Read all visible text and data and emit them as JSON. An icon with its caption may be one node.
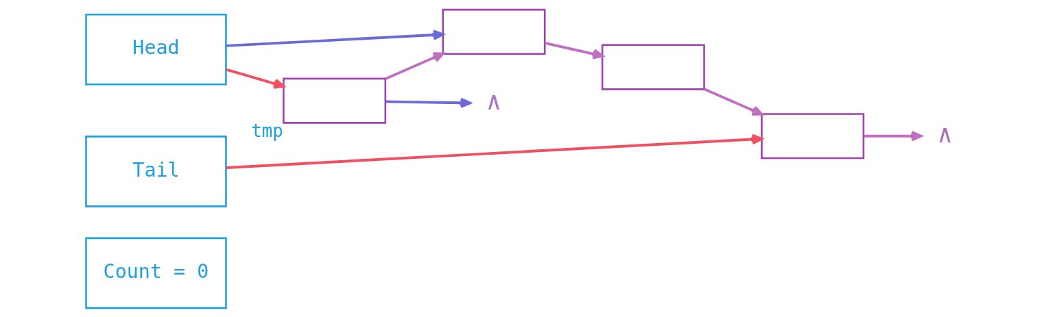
{
  "diagram": {
    "nodes": [
      {
        "text": [
          "Count = 0"
        ]
      },
      {
        "text": [
          "Head"
        ]
      },
      {
        "text": [
          "Tail"
        ]
      },
      {
        "text": [],
        "shape": "box",
        "beside": [
          "tmp"
        ]
      },
      {
        "text": [],
        "shape": "box"
      },
      {
        "text": [],
        "shape": "box"
      },
      {
        "text": [],
        "shape": "box"
      },
      {
        "text": [
          "∧"
        ]
      },
      {
        "text": [
          "∧"
        ]
      }
    ],
    "edges": [
      {
        "from": 1,
        "to": 4,
        "arrow": "to",
        "color": "#6a6ad8"
      },
      {
        "from": 1,
        "to": 3,
        "arrow": "to",
        "color": "#f05060"
      },
      {
        "from": 2,
        "to": 6,
        "arrow": "to",
        "color": "#f05060"
      },
      {
        "from": 3,
        "to": 4,
        "arrow": "to"
      },
      {
        "from": 3,
        "to": 7,
        "arrow": "to",
        "color": "#6a6ad8"
      },
      {
        "from": 4,
        "to": 5,
        "arrow": "to"
      },
      {
        "from": 5,
        "to": 6,
        "arrow": "to"
      },
      {
        "from": 6,
        "to": 8,
        "arrow": "to"
      }
    ]
  }
}
